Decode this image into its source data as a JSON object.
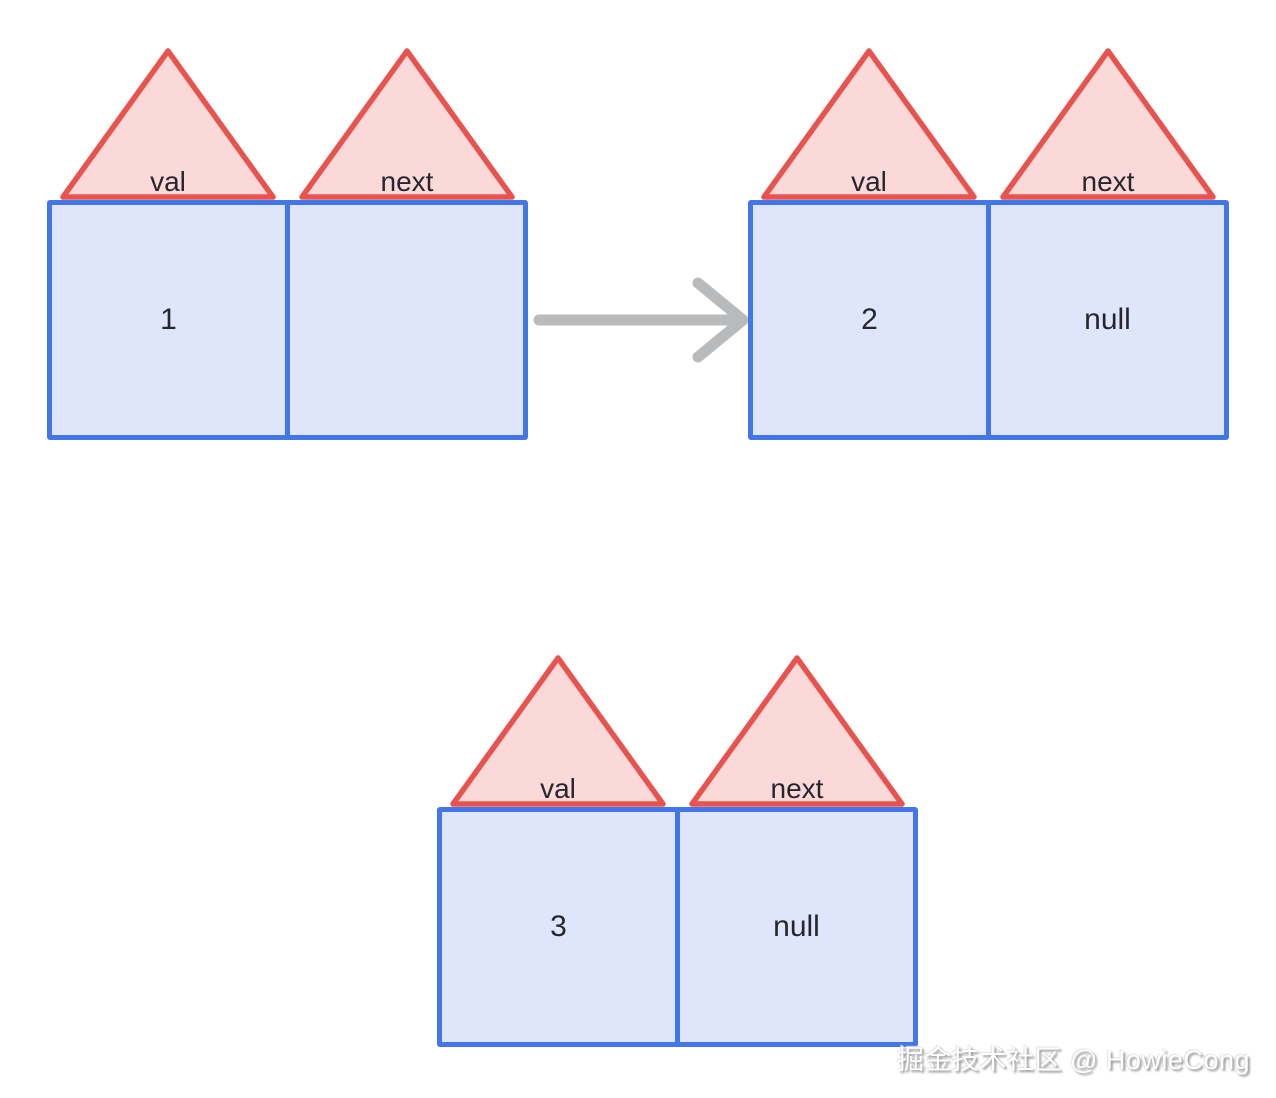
{
  "colors": {
    "background": "#ffffff",
    "triangle_fill": "#fad9d8",
    "triangle_stroke": "#e7544f",
    "cell_fill": "#dfe5fb",
    "cell_stroke": "#4377e8",
    "arrow": "#b8babc",
    "label_text": "#26262e",
    "value_text": "#26262e",
    "watermark_text": "#ffffff"
  },
  "diagram": {
    "type": "linked-list",
    "field_labels": {
      "val": "val",
      "next": "next"
    },
    "nodes": [
      {
        "name": "node-1",
        "val": "1",
        "next": ""
      },
      {
        "name": "node-2",
        "val": "2",
        "next": "null"
      },
      {
        "name": "node-3",
        "val": "3",
        "next": "null"
      }
    ],
    "arrow": {
      "from": "node-1",
      "to": "node-2"
    }
  },
  "watermark": "掘金技术社区 @ HowieCong"
}
